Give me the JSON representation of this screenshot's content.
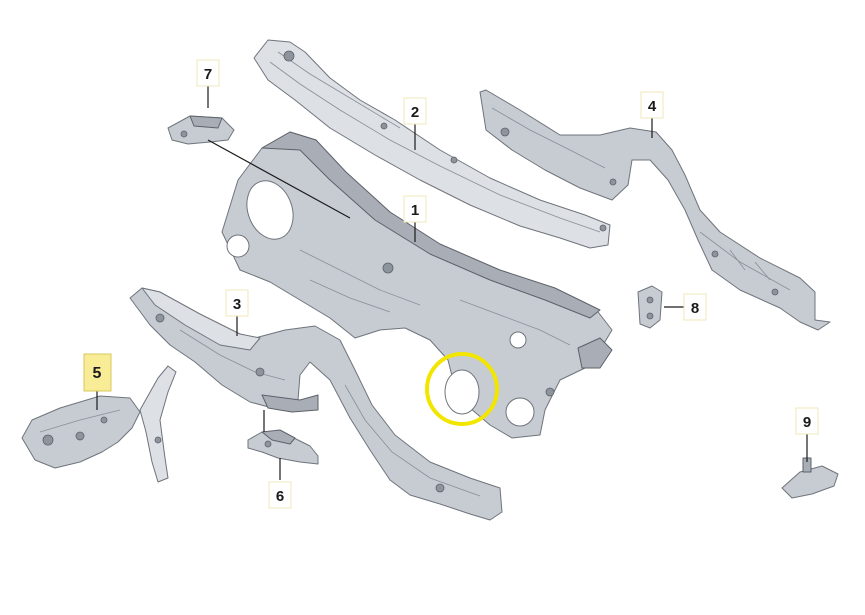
{
  "callouts": [
    {
      "number": "1"
    },
    {
      "number": "2"
    },
    {
      "number": "3"
    },
    {
      "number": "4"
    },
    {
      "number": "5"
    },
    {
      "number": "6"
    },
    {
      "number": "7"
    },
    {
      "number": "8"
    },
    {
      "number": "9"
    }
  ],
  "highlighted_callout": "5",
  "colors": {
    "highlight_label": "#f8ec96",
    "highlight_circle": "#f2e600",
    "part_metal": "#c7cbd2"
  }
}
